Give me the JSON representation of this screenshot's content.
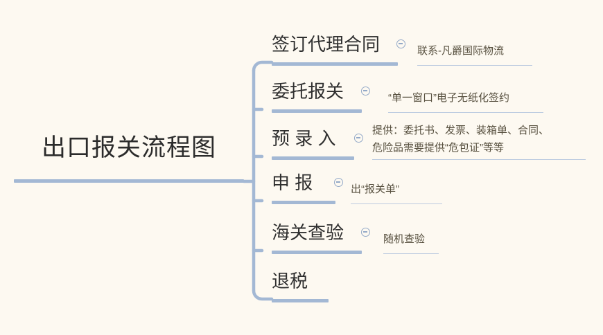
{
  "meta": {
    "background_color": "#FDF9F1",
    "connector_color": "#A3B8D4",
    "leaf_underline_color": "#BCCBE0",
    "root_text_color": "#2B2B2B",
    "branch_text_color": "#2F2F2F",
    "leaf_text_color": "#57503F"
  },
  "root": {
    "label": "出口报关流程图"
  },
  "branches": [
    {
      "label": "签订代理合同",
      "toggle": "collapse-minus-icon",
      "has_toggle": true,
      "child": {
        "line1": "联系-凡爵国际物流",
        "line2": ""
      }
    },
    {
      "label": "委托报关",
      "toggle": "collapse-minus-icon",
      "has_toggle": true,
      "child": {
        "line1": "“单一窗口”电子无纸化签约",
        "line2": ""
      }
    },
    {
      "label": "预 录 入",
      "toggle": "collapse-minus-icon",
      "has_toggle": true,
      "child": {
        "line1": "提供：委托书、发票、装箱单、合同、",
        "line2": "危险品需要提供“危包证”等等"
      }
    },
    {
      "label": "申 报",
      "toggle": "collapse-minus-icon",
      "has_toggle": true,
      "child": {
        "line1": "出“报关单”",
        "line2": ""
      }
    },
    {
      "label": "海关查验",
      "toggle": "collapse-minus-icon",
      "has_toggle": true,
      "child": {
        "line1": "随机查验",
        "line2": ""
      }
    },
    {
      "label": "退税",
      "toggle": "",
      "has_toggle": false,
      "child": {
        "line1": "",
        "line2": ""
      }
    }
  ]
}
